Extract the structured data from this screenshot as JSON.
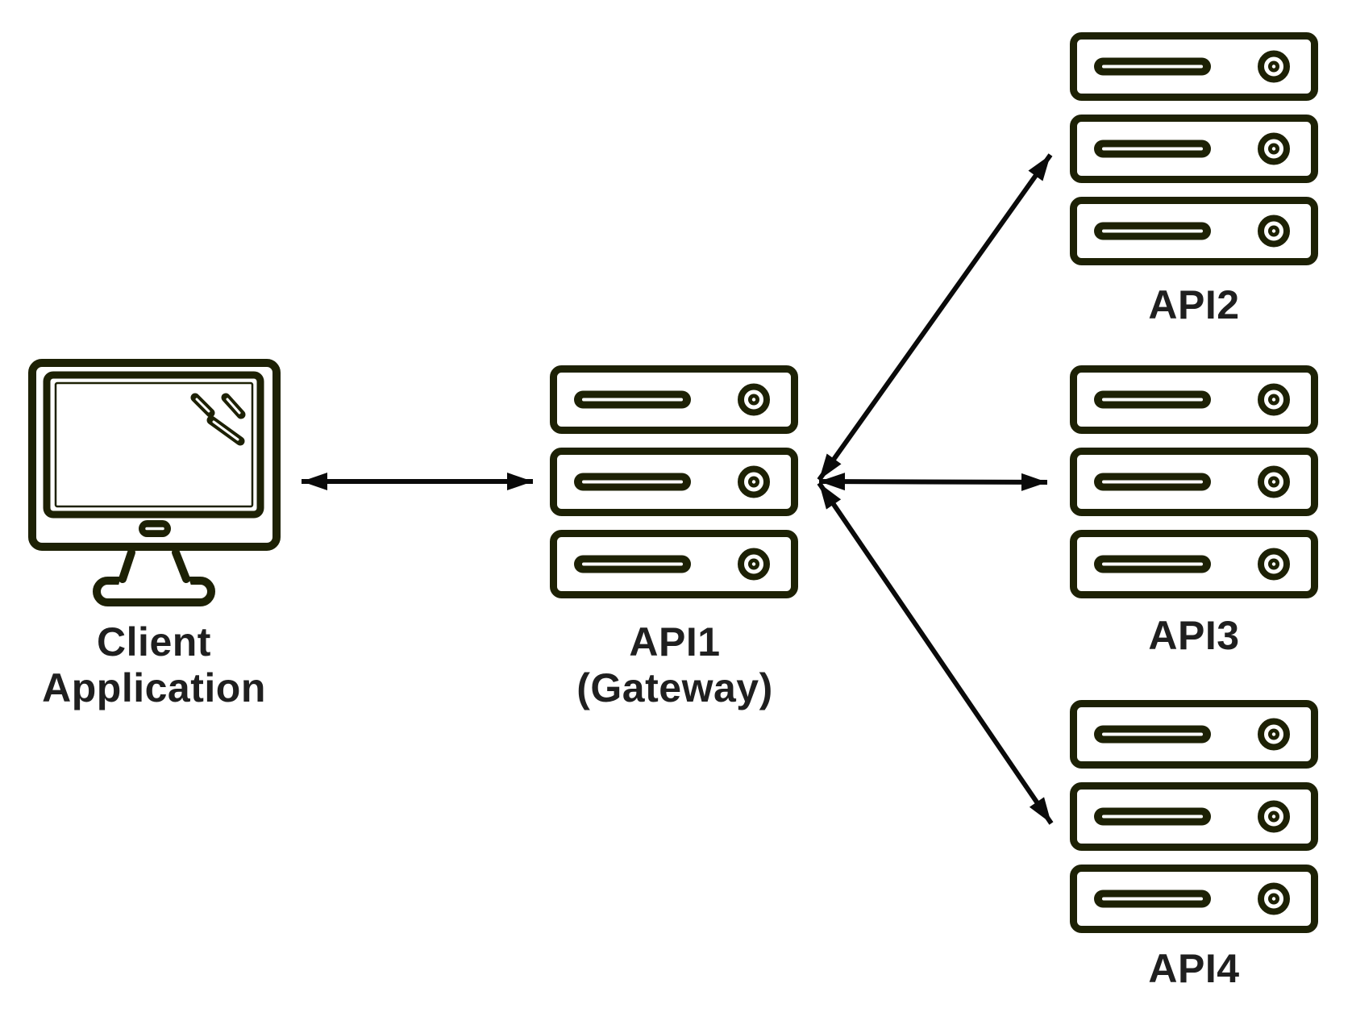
{
  "diagram": {
    "kind": "api-gateway-architecture"
  },
  "colors": {
    "icon": "#1d2105",
    "arrow": "#0a0a0a",
    "text": "#1f1f1f",
    "background": "#ffffff"
  },
  "nodes": {
    "client": {
      "icon": "desktop-computer-icon",
      "label": [
        "Client",
        "Application"
      ]
    },
    "api1": {
      "icon": "server-stack-icon",
      "label": [
        "API1",
        "(Gateway)"
      ]
    },
    "api2": {
      "icon": "server-stack-icon",
      "label": [
        "API2"
      ]
    },
    "api3": {
      "icon": "server-stack-icon",
      "label": [
        "API3"
      ]
    },
    "api4": {
      "icon": "server-stack-icon",
      "label": [
        "API4"
      ]
    }
  },
  "edges": [
    {
      "from": "client",
      "to": "api1",
      "style": "bidirectional-arrow"
    },
    {
      "from": "api1",
      "to": "api2",
      "style": "bidirectional-arrow"
    },
    {
      "from": "api1",
      "to": "api3",
      "style": "bidirectional-arrow"
    },
    {
      "from": "api1",
      "to": "api4",
      "style": "bidirectional-arrow"
    }
  ]
}
